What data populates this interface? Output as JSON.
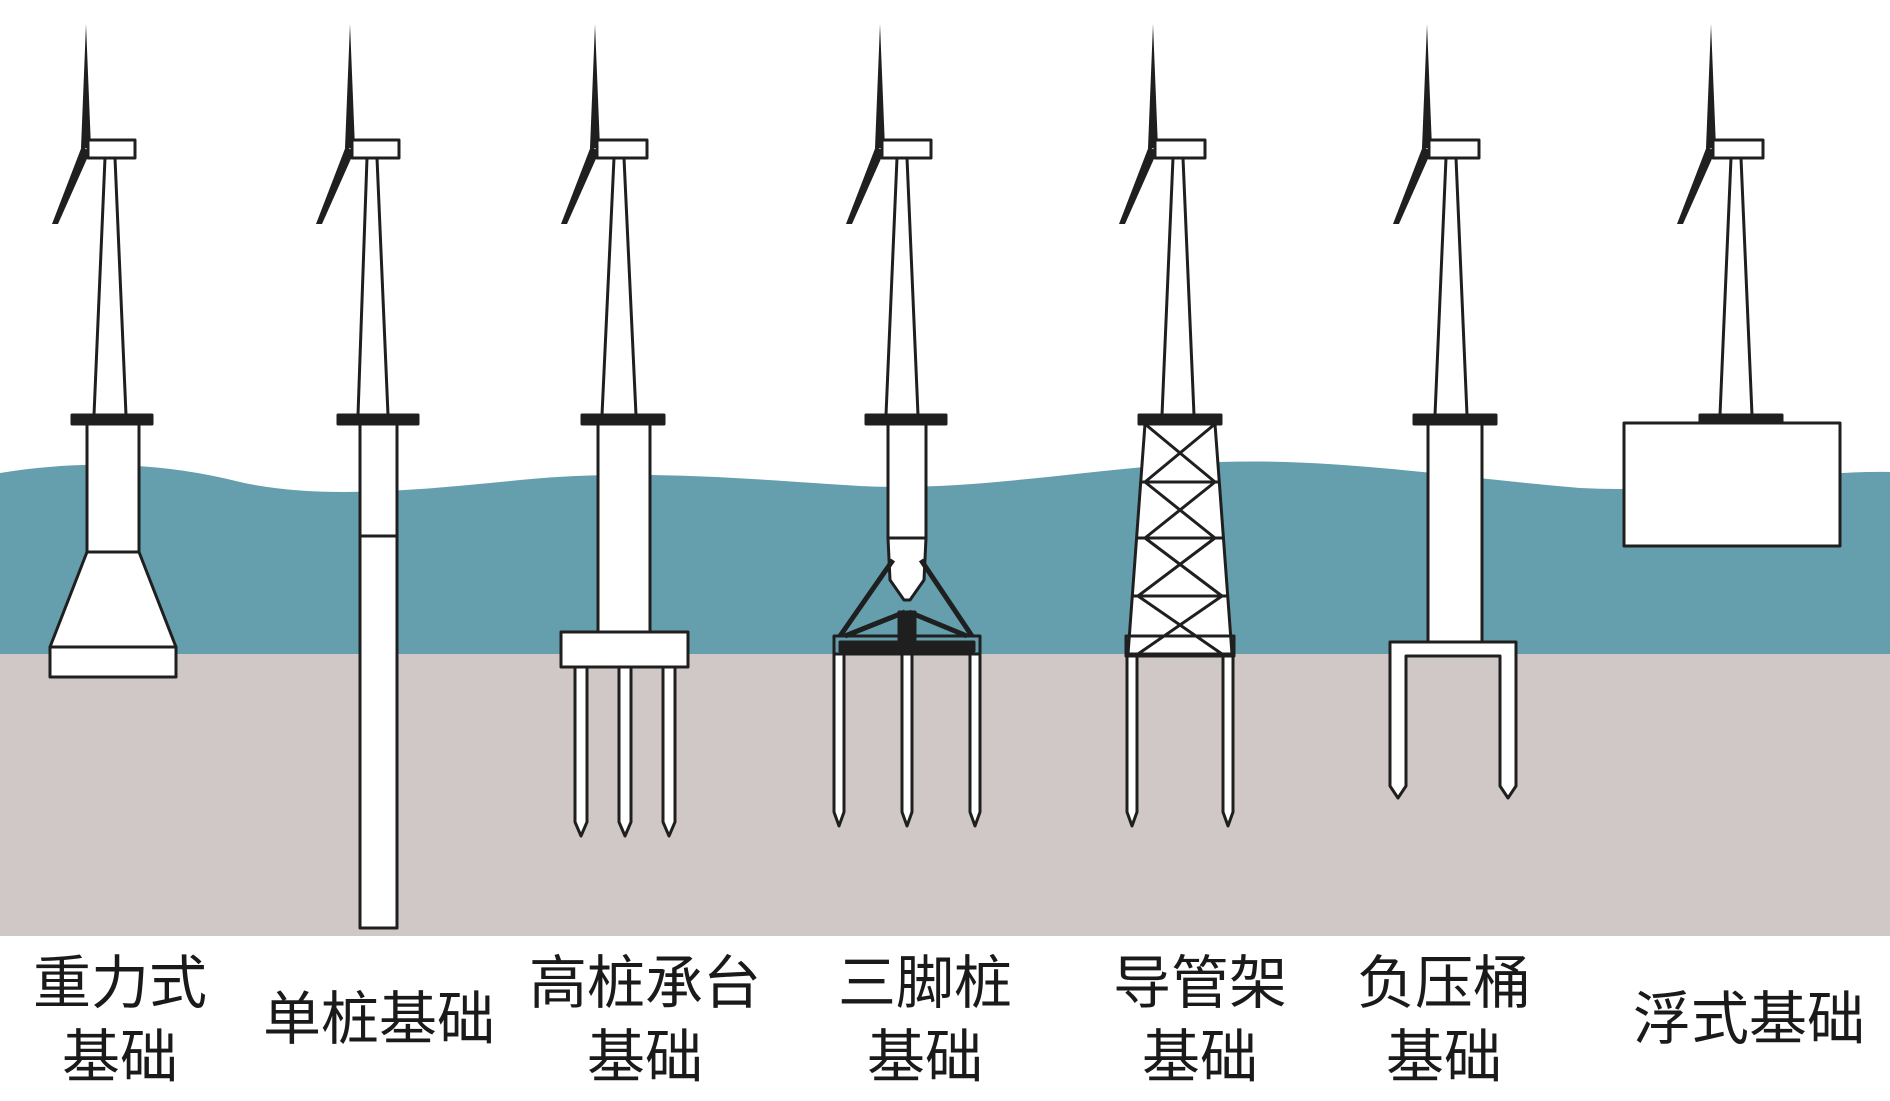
{
  "colors": {
    "sea": "#659fae",
    "seabed": "#d0c8c6",
    "sky": "#ffffff",
    "structure_fill": "#ffffff",
    "structure_stroke": "#1f1f1f"
  },
  "foundations": [
    {
      "id": "gravity",
      "lines": [
        "重力式",
        "基础"
      ]
    },
    {
      "id": "monopile",
      "lines": [
        "单桩基础"
      ]
    },
    {
      "id": "high-pile-cap",
      "lines": [
        "高桩承台",
        "基础"
      ]
    },
    {
      "id": "tripod",
      "lines": [
        "三脚桩",
        "基础"
      ]
    },
    {
      "id": "jacket",
      "lines": [
        "导管架",
        "基础"
      ]
    },
    {
      "id": "suction-bucket",
      "lines": [
        "负压桶",
        "基础"
      ]
    },
    {
      "id": "floating",
      "lines": [
        "浮式基础"
      ]
    }
  ]
}
